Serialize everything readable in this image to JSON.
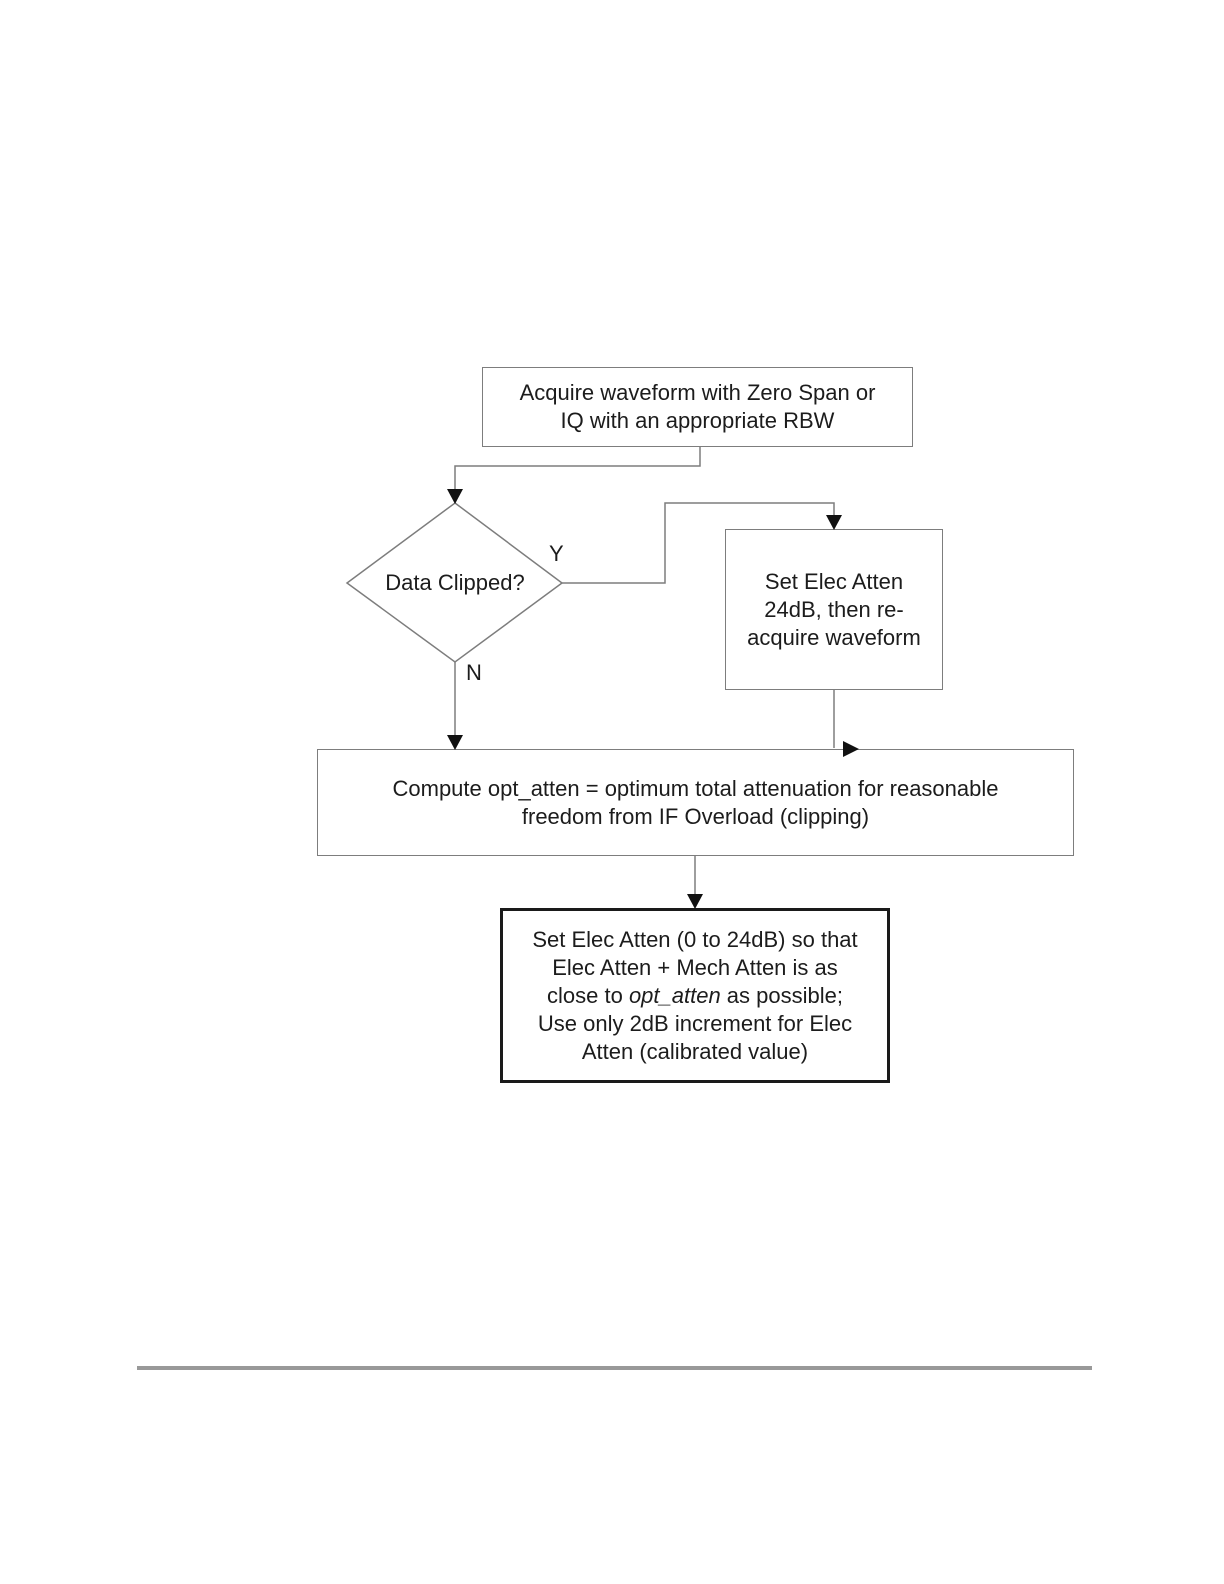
{
  "page": {
    "background": "#ffffff",
    "divider_color": "#999999"
  },
  "flowchart": {
    "colors": {
      "connector": "#7d7d7d",
      "node_border": "#7d7d7d",
      "final_node_border": "#1a1a1a",
      "arrowhead": "#111111",
      "text": "#1c1c1c",
      "node_fill": "#ffffff"
    },
    "nodes": {
      "acquire": {
        "line1": "Acquire waveform with Zero Span or",
        "line2": "IQ with an appropriate RBW"
      },
      "decision": {
        "label": "Data Clipped?"
      },
      "set_elec_atten_24": {
        "line1": "Set Elec Atten",
        "line2": "24dB, then re-",
        "line3": "acquire waveform"
      },
      "compute_opt_atten": {
        "line1": "Compute opt_atten = optimum total attenuation for reasonable",
        "line2": "freedom from IF Overload (clipping)"
      },
      "set_elec_atten_final": {
        "line1": "Set Elec Atten (0 to 24dB) so that",
        "line2": "Elec Atten + Mech Atten is as",
        "line3_pre": "close to ",
        "line3_italic": "opt_atten",
        "line3_post": " as possible;",
        "line4": "Use only 2dB increment for Elec",
        "line5": "Atten (calibrated value)"
      }
    },
    "edges": {
      "yes_label": "Y",
      "no_label": "N"
    }
  }
}
